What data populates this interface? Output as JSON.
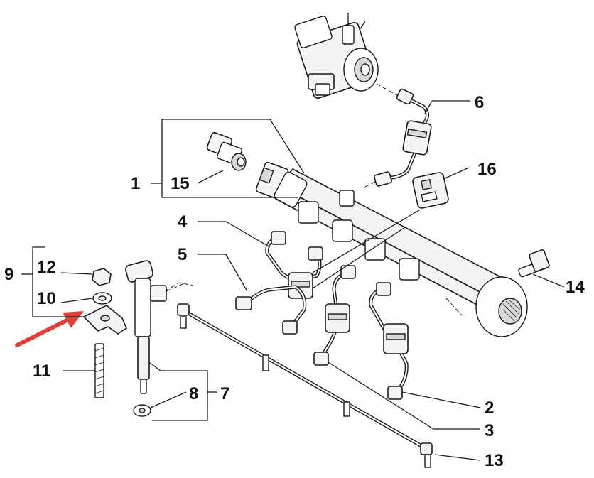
{
  "diagram": {
    "callouts": {
      "c1": "1",
      "c2": "2",
      "c3": "3",
      "c4": "4",
      "c5": "5",
      "c6": "6",
      "c7": "7",
      "c8": "8",
      "c9": "9",
      "c10": "10",
      "c11": "11",
      "c12": "12",
      "c13": "13",
      "c14": "14",
      "c15": "15",
      "c16": "16"
    },
    "colors": {
      "line": "#1a1a1a",
      "arrow": "#e0413a",
      "background": "#ffffff"
    }
  }
}
